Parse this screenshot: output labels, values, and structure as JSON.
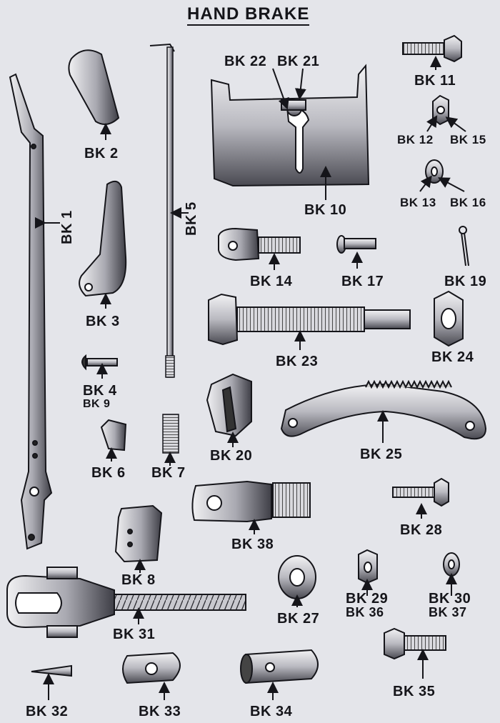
{
  "title": "HAND BRAKE",
  "parts": {
    "bk1": "BK 1",
    "bk2": "BK 2",
    "bk3": "BK 3",
    "bk4": "BK 4",
    "bk5": "BK 5",
    "bk6": "BK 6",
    "bk7": "BK 7",
    "bk8": "BK 8",
    "bk9": "BK 9",
    "bk10": "BK 10",
    "bk11": "BK 11",
    "bk12": "BK 12",
    "bk13": "BK 13",
    "bk14": "BK 14",
    "bk15": "BK 15",
    "bk16": "BK 16",
    "bk17": "BK 17",
    "bk19": "BK 19",
    "bk20": "BK 20",
    "bk21": "BK 21",
    "bk22": "BK 22",
    "bk23": "BK 23",
    "bk24": "BK 24",
    "bk25": "BK 25",
    "bk27": "BK 27",
    "bk28": "BK 28",
    "bk29": "BK 29",
    "bk30": "BK 30",
    "bk31": "BK 31",
    "bk32": "BK 32",
    "bk33": "BK 33",
    "bk34": "BK 34",
    "bk35": "BK 35",
    "bk36": "BK 36",
    "bk37": "BK 37",
    "bk38": "BK 38"
  },
  "colors": {
    "paper": "#e4e5ea",
    "ink": "#15151a",
    "shade": "#6d6d75"
  }
}
